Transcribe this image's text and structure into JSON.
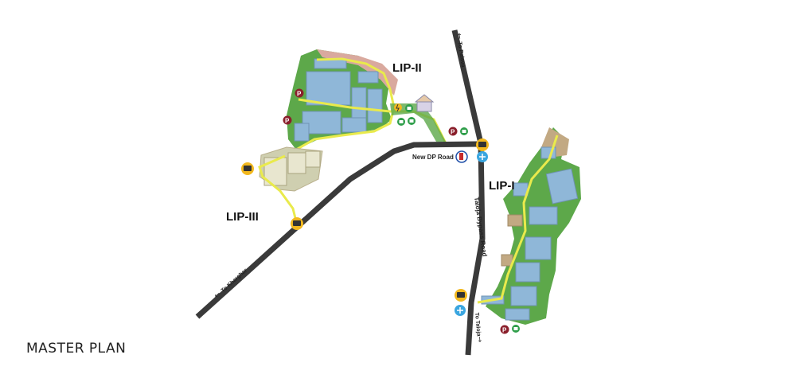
{
  "caption": "MASTER PLAN",
  "zones": {
    "lip1": "LIP-I",
    "lip2": "LIP-II",
    "lip3": "LIP-III"
  },
  "roads": {
    "new_dp_road": "New DP Road",
    "taloja_bypass": "Taloja Bypass Road",
    "to_palava": "To Palava",
    "to_kharghar": "To Kharghar",
    "to_taloja": "To Taloja"
  },
  "icons": {
    "parking": "P",
    "colors": {
      "road": "#3a3a3a",
      "bus": "#f2b81e",
      "parking": "#8a1f2b",
      "green": "#2f9e4a",
      "building": "#8fb7d8",
      "inner_road": "#e9ea4c",
      "land": "#5da84a"
    }
  }
}
